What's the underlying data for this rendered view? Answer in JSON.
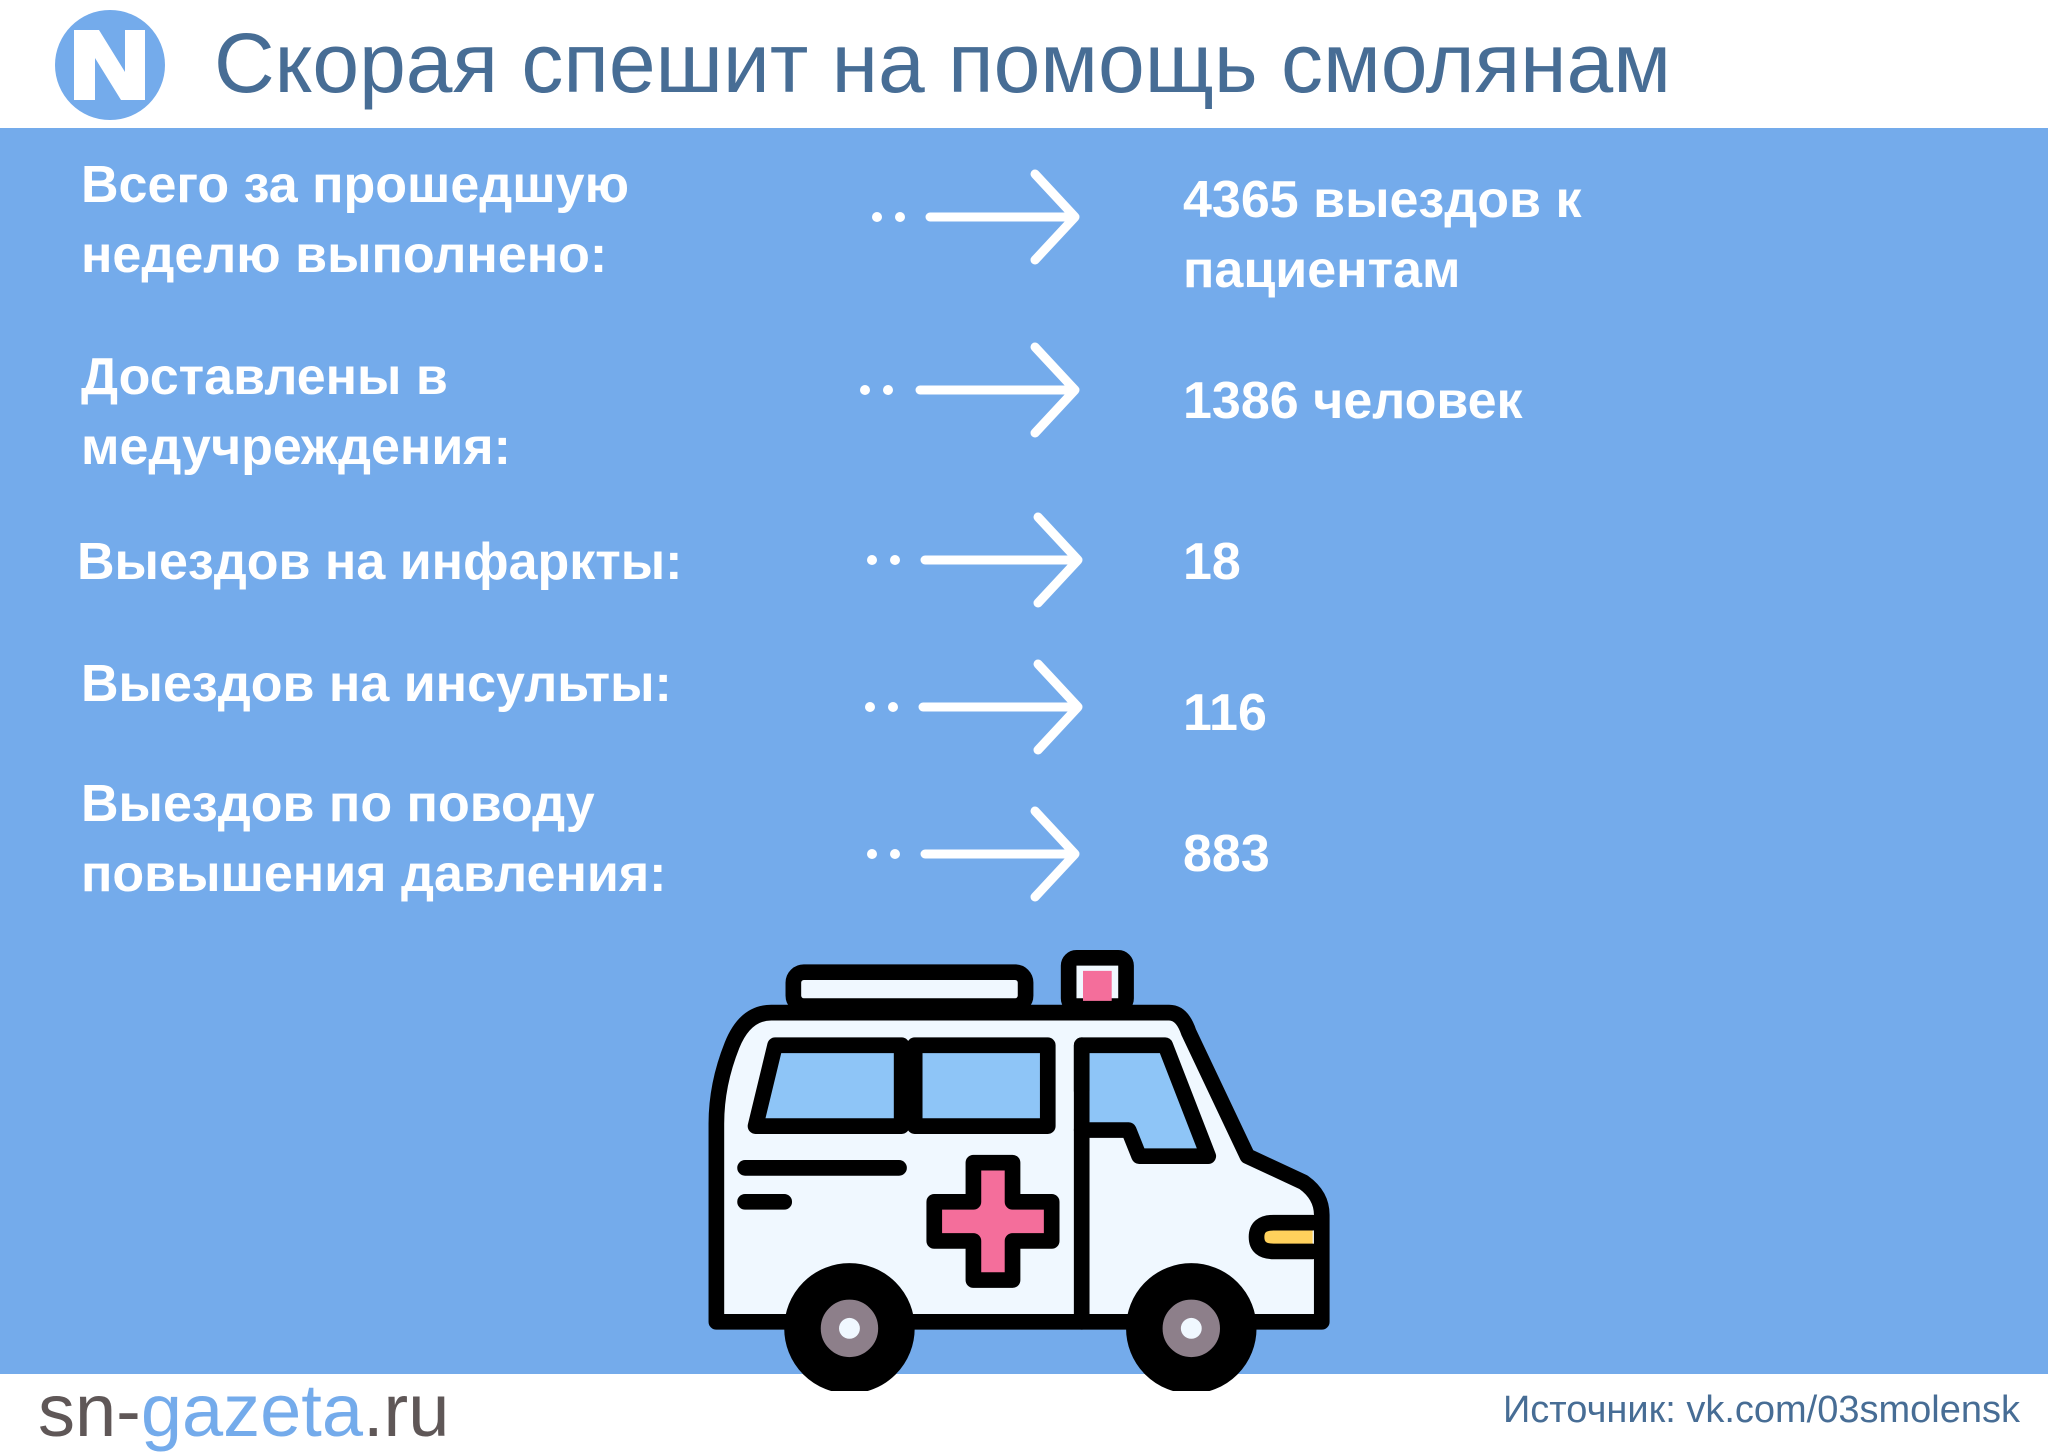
{
  "header": {
    "logo_letter": "N",
    "title": "Скорая спешит на помощь смолянам"
  },
  "rows": [
    {
      "label_lines": [
        "Всего за прошедшую",
        "неделю выполнено:"
      ],
      "value_lines": [
        "4365 выездов к",
        "пациентам"
      ]
    },
    {
      "label_lines": [
        "Доставлены в",
        "медучреждения:"
      ],
      "value_lines": [
        "1386 человек"
      ]
    },
    {
      "label_lines": [
        "Выездов на инфаркты:"
      ],
      "value_lines": [
        "18"
      ]
    },
    {
      "label_lines": [
        "Выездов на инсульты:"
      ],
      "value_lines": [
        "116"
      ]
    },
    {
      "label_lines": [
        "Выездов по поводу",
        "повышения давления:"
      ],
      "value_lines": [
        "883"
      ]
    }
  ],
  "footer": {
    "site_part1": "sn-",
    "site_part2": "gazeta",
    "site_part3": ".ru",
    "source": "Источник: vk.com/03smolensk"
  },
  "colors": {
    "background": "#74abeb",
    "title": "#476d95",
    "cross": "#f46e9b"
  }
}
